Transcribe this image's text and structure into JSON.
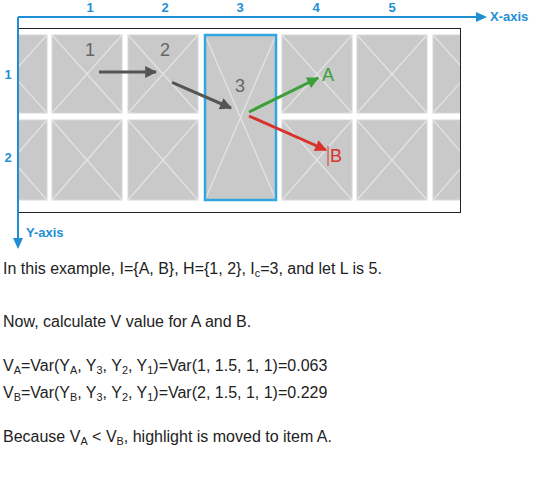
{
  "diagram": {
    "nodes": [
      {
        "text": [
          "1"
        ]
      },
      {
        "text": [
          "2"
        ]
      },
      {
        "text": [
          "3"
        ]
      },
      {
        "text": [
          "A"
        ]
      },
      {
        "text": [
          "B"
        ]
      }
    ],
    "edges": [
      {
        "from": 0,
        "to": 1,
        "arrow": "to"
      },
      {
        "from": 1,
        "to": 2,
        "arrow": "to"
      },
      {
        "from": 2,
        "to": 3,
        "arrow": "to"
      },
      {
        "from": 2,
        "to": 4,
        "arrow": "to"
      }
    ],
    "labels": [
      "1",
      "2",
      "3",
      "4",
      "5",
      "X-axis",
      "1",
      "2",
      "Y-axis",
      "In this example, I={A, B}, H={1, 2}, Ic=3, and let L is 5.",
      "Now, calculate V value for A and B.",
      "VA=Var(YA, Y3, Y2, Y1)=Var(1, 1.5, 1, 1)=0.063",
      "VB=Var(YB, Y3, Y2, Y1)=Var(2, 1.5, 1, 1)=0.229",
      "Because VA < VB, highlight is moved to item A."
    ]
  }
}
